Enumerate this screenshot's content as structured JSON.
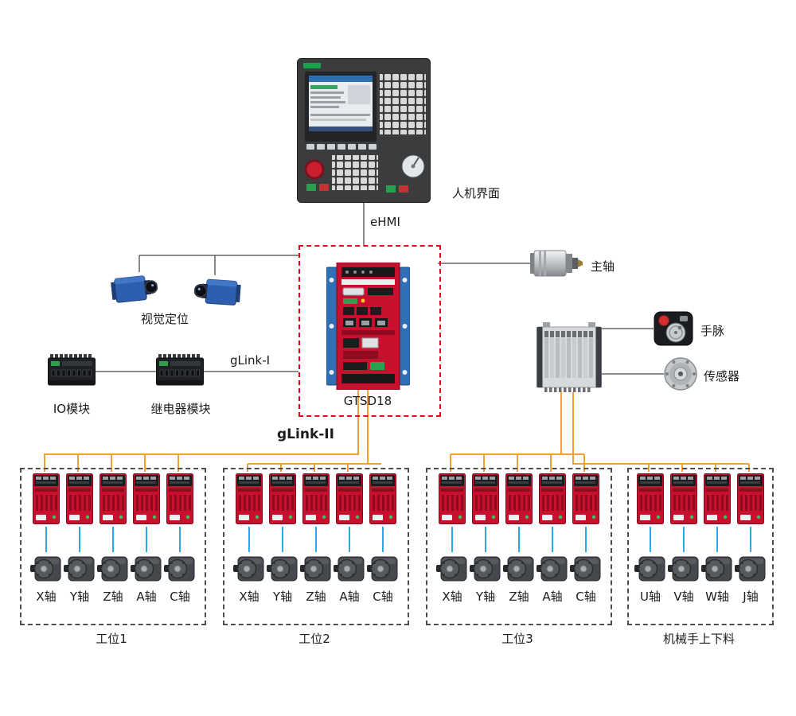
{
  "diagram": {
    "hmi_label": "人机界面",
    "ehmi_label": "eHMI",
    "vision_label": "视觉定位",
    "io_label": "IO模块",
    "relay_label": "继电器模块",
    "glink1_label": "gLink-I",
    "controller_label": "GTSD18",
    "spindle_label": "主轴",
    "handwheel_label": "手脉",
    "sensor_label": "传感器",
    "glink2_label": "gLink-II"
  },
  "stations": [
    {
      "name": "工位1",
      "axes": [
        "X轴",
        "Y轴",
        "Z轴",
        "A轴",
        "C轴"
      ]
    },
    {
      "name": "工位2",
      "axes": [
        "X轴",
        "Y轴",
        "Z轴",
        "A轴",
        "C轴"
      ]
    },
    {
      "name": "工位3",
      "axes": [
        "X轴",
        "Y轴",
        "Z轴",
        "A轴",
        "C轴"
      ]
    },
    {
      "name": "机械手上下料",
      "axes": [
        "U轴",
        "V轴",
        "W轴",
        "J轴"
      ]
    }
  ],
  "colors": {
    "bus_orange": "#f0a12e",
    "drive_link_blue": "#29abe2",
    "controller_box_red": "#e60021",
    "drive_red": "#c8102e"
  }
}
